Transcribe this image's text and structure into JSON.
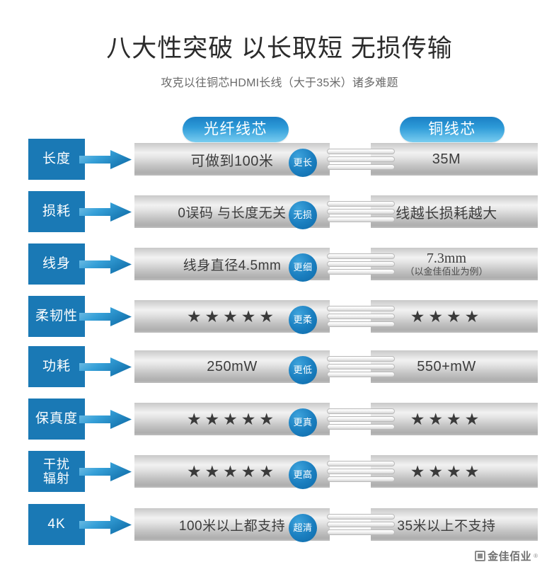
{
  "header": {
    "title": "八大性突破 以长取短 无损传输",
    "subtitle": "攻克以往铜芯HDMI长线（大于35米）诸多难题"
  },
  "columns": {
    "fiber_label": "光纤线芯",
    "copper_label": "铜线芯"
  },
  "colors": {
    "label_blue": "#1a79b5",
    "badge_blue": "#1b7fc0",
    "pill_blue_top": "#1a7fc4",
    "pill_blue_bottom": "#79cdf0",
    "star_dark": "#3a3a3a",
    "bar_gray": "#c9c9c9",
    "title_text": "#2b2b2b",
    "subtitle_text": "#6a6a6a"
  },
  "rows": [
    {
      "label": "长度",
      "fiber": "可做到100米",
      "badge": "更长",
      "copper": "35M",
      "fiber_type": "text",
      "copper_type": "text"
    },
    {
      "label": "损耗",
      "fiber": "0误码 与长度无关",
      "badge": "无损",
      "copper": "线越长损耗越大",
      "fiber_type": "text",
      "copper_type": "text"
    },
    {
      "label": "线身",
      "fiber": "线身直径4.5mm",
      "badge": "更细",
      "copper": "7.3mm",
      "copper_note": "（以金佳佰业为例）",
      "fiber_type": "text",
      "copper_type": "stack"
    },
    {
      "label": "柔韧性",
      "fiber": "★★★★★",
      "badge": "更柔",
      "copper": "★★★★",
      "fiber_type": "stars",
      "copper_type": "stars",
      "fiber_stars": 5,
      "copper_stars": 4
    },
    {
      "label": "功耗",
      "fiber": "250mW",
      "badge": "更低",
      "copper": "550+mW",
      "fiber_type": "text",
      "copper_type": "text"
    },
    {
      "label": "保真度",
      "fiber": "★★★★★",
      "badge": "更真",
      "copper": "★★★★",
      "fiber_type": "stars",
      "copper_type": "stars",
      "fiber_stars": 5,
      "copper_stars": 4
    },
    {
      "label": "干扰\n辐射",
      "fiber": "★★★★★",
      "badge": "更高",
      "copper": "★★★★",
      "fiber_type": "stars",
      "copper_type": "stars",
      "fiber_stars": 5,
      "copper_stars": 4
    },
    {
      "label": "4K",
      "fiber": "100米以上都支持",
      "badge": "超清",
      "copper": "35米以上不支持",
      "fiber_type": "text",
      "copper_type": "text"
    }
  ],
  "footer": {
    "brand": "金佳佰业",
    "trademark": "®"
  }
}
